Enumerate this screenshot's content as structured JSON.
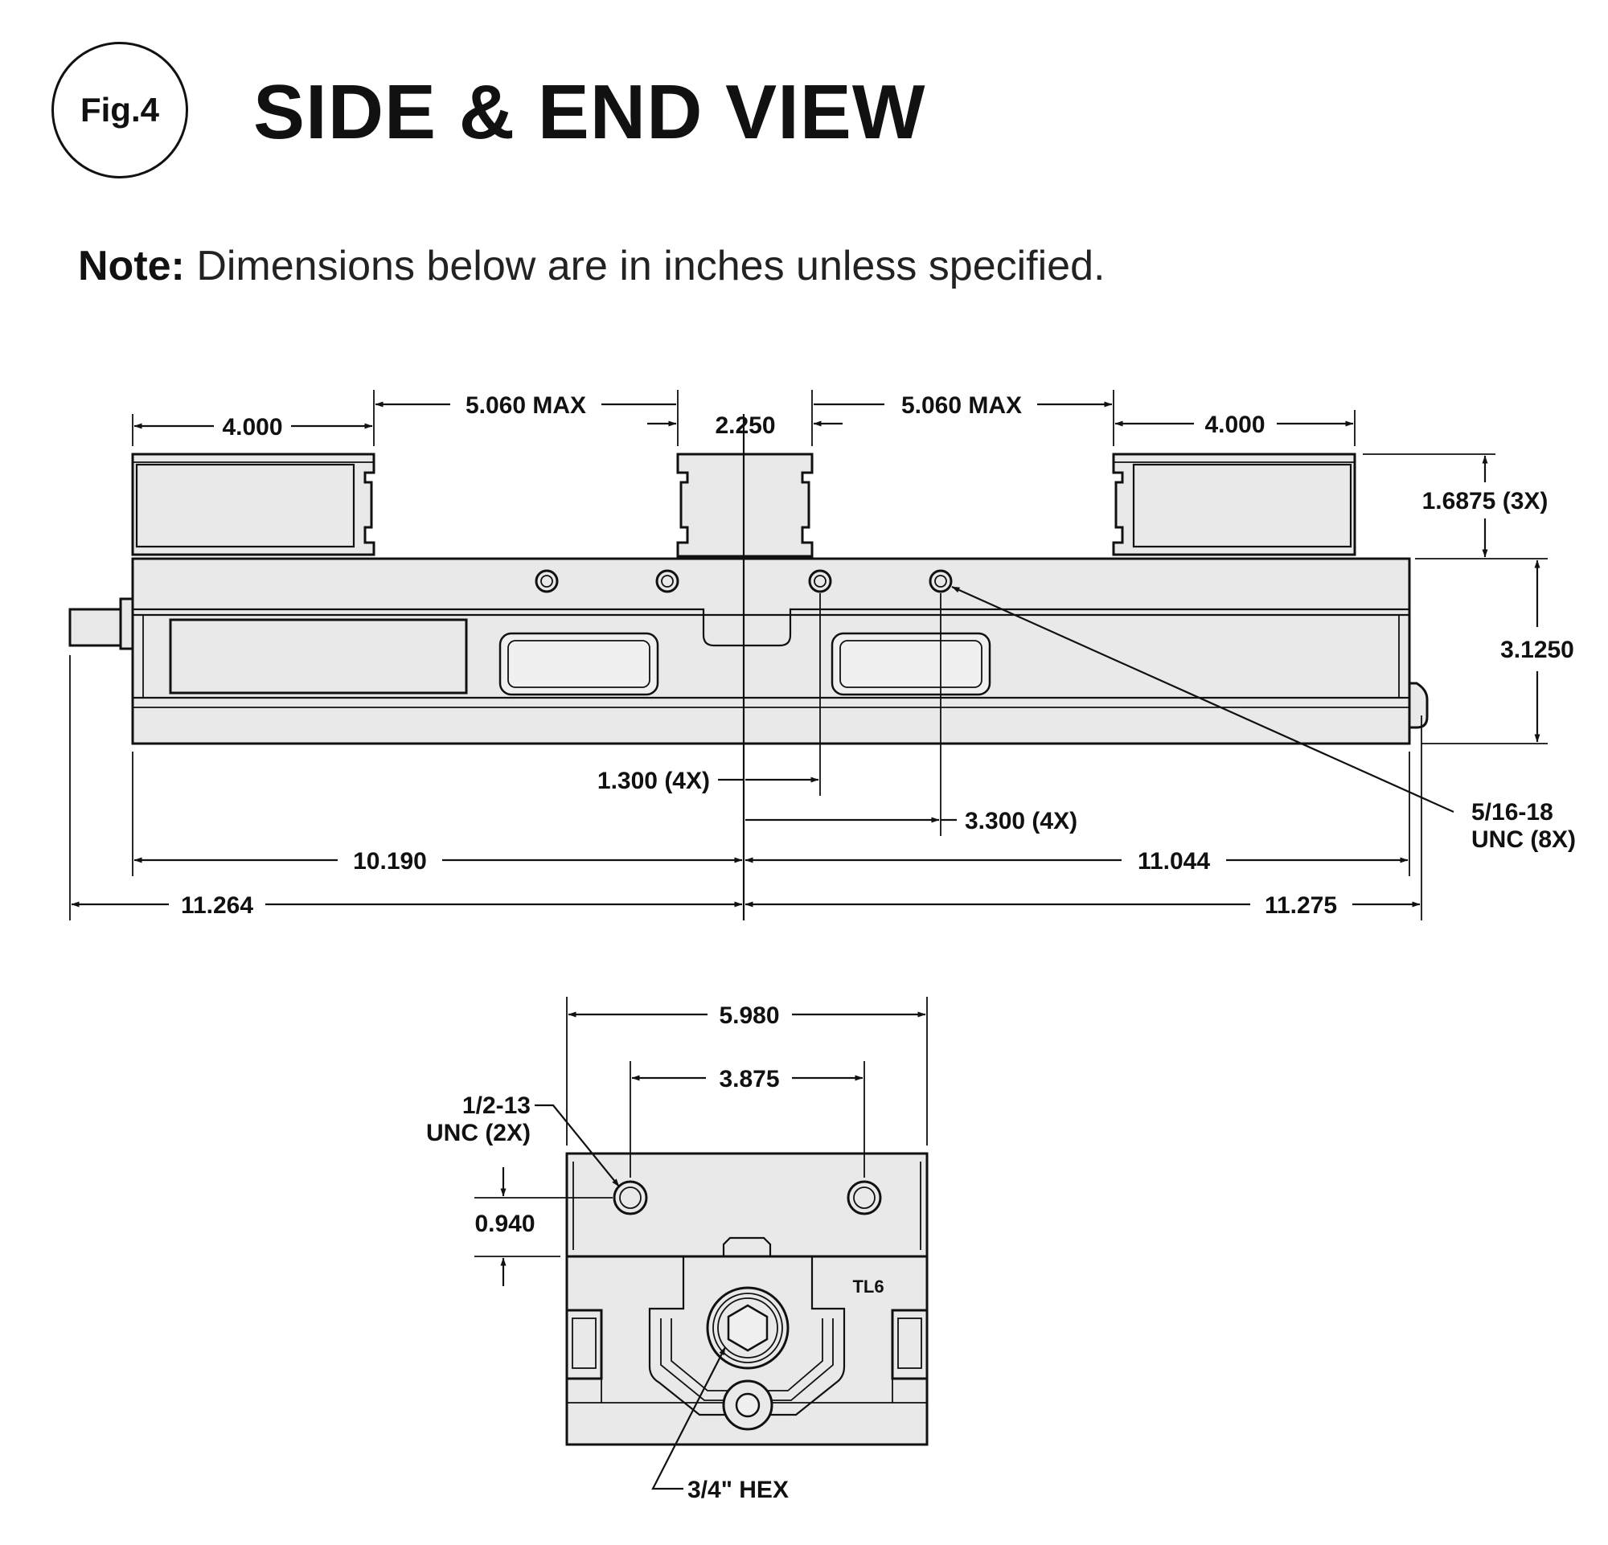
{
  "header": {
    "fig_label": "Fig.4",
    "title": "SIDE & END VIEW"
  },
  "note": {
    "label": "Note:",
    "text": " Dimensions below are in inches unless specified."
  },
  "side_view": {
    "dims": {
      "jaw_left_width": "4.000",
      "opening_left": "5.060 MAX",
      "center_jaw_width": "2.250",
      "opening_right": "5.060 MAX",
      "jaw_right_width": "4.000",
      "jaw_height": "1.6875 (3X)",
      "body_height": "3.1250",
      "hole_spacing_inner": "1.300 (4X)",
      "hole_spacing_outer": "3.300 (4X)",
      "body_left": "10.190",
      "body_right": "11.044",
      "overall_left": "11.264",
      "overall_right": "11.275"
    },
    "callout_thread_line1": "5/16-18",
    "callout_thread_line2": "UNC (8X)"
  },
  "end_view": {
    "dims": {
      "overall_width": "5.980",
      "hole_spacing": "3.875",
      "hole_height": "0.940"
    },
    "callout_thread_line1": "1/2-13",
    "callout_thread_line2": "UNC (2X)",
    "callout_hex": "3/4\" HEX",
    "model_mark": "TL6"
  }
}
